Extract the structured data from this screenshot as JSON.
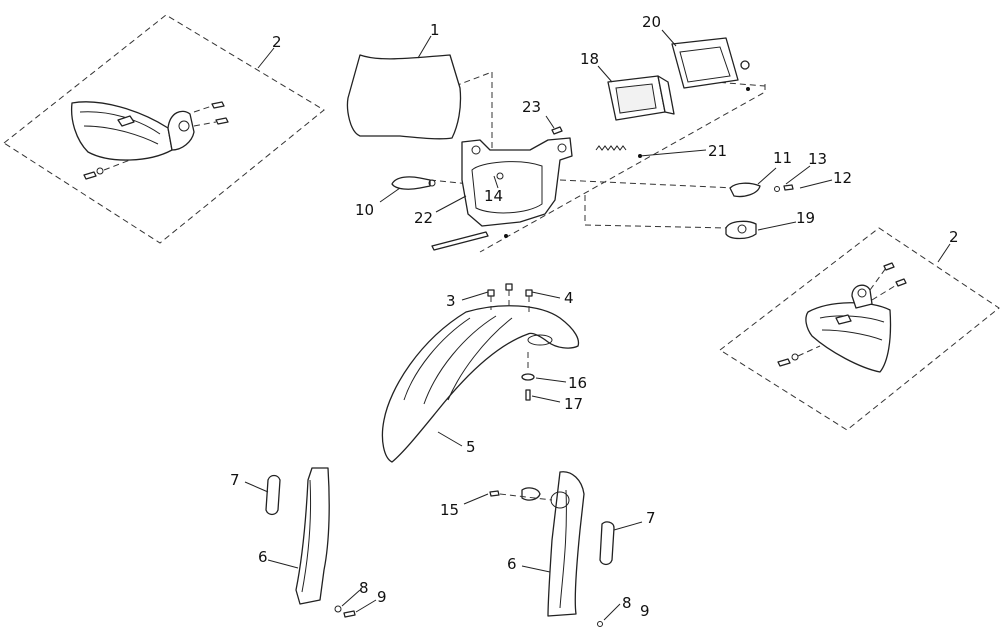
{
  "callouts": [
    {
      "id": "c1",
      "label": "1"
    },
    {
      "id": "c2a",
      "label": "2"
    },
    {
      "id": "c2b",
      "label": "2"
    },
    {
      "id": "c3",
      "label": "3"
    },
    {
      "id": "c4",
      "label": "4"
    },
    {
      "id": "c5",
      "label": "5"
    },
    {
      "id": "c6a",
      "label": "6"
    },
    {
      "id": "c6b",
      "label": "6"
    },
    {
      "id": "c7a",
      "label": "7"
    },
    {
      "id": "c7b",
      "label": "7"
    },
    {
      "id": "c8a",
      "label": "8"
    },
    {
      "id": "c8b",
      "label": "8"
    },
    {
      "id": "c9a",
      "label": "9"
    },
    {
      "id": "c9b",
      "label": "9"
    },
    {
      "id": "c10",
      "label": "10"
    },
    {
      "id": "c11",
      "label": "11"
    },
    {
      "id": "c12",
      "label": "12"
    },
    {
      "id": "c13",
      "label": "13"
    },
    {
      "id": "c14",
      "label": "14"
    },
    {
      "id": "c15",
      "label": "15"
    },
    {
      "id": "c16",
      "label": "16"
    },
    {
      "id": "c17",
      "label": "17"
    },
    {
      "id": "c18",
      "label": "18"
    },
    {
      "id": "c19",
      "label": "19"
    },
    {
      "id": "c20",
      "label": "20"
    },
    {
      "id": "c21",
      "label": "21"
    },
    {
      "id": "c22",
      "label": "22"
    },
    {
      "id": "c23",
      "label": "23"
    }
  ]
}
